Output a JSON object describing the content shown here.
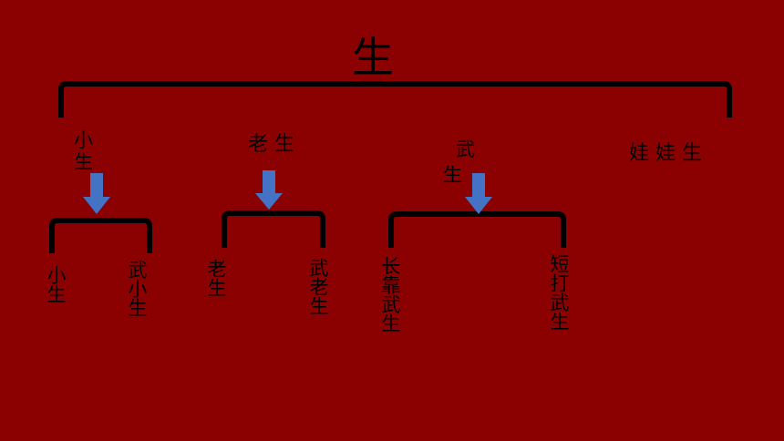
{
  "root": "生",
  "categories": [
    {
      "label": "小生",
      "subtypes": [
        "小生",
        "武小生"
      ]
    },
    {
      "label": "老 生",
      "subtypes": [
        "老生",
        "武老生"
      ]
    },
    {
      "label": "武生",
      "subtypes": [
        "长靠武生",
        "短打武生"
      ]
    },
    {
      "label": "娃 娃 生",
      "subtypes": []
    }
  ],
  "colors": {
    "background": "#8b0000",
    "bracket": "#000000",
    "arrow": "#4472c4"
  },
  "icons": [
    "down-arrow-icon"
  ]
}
